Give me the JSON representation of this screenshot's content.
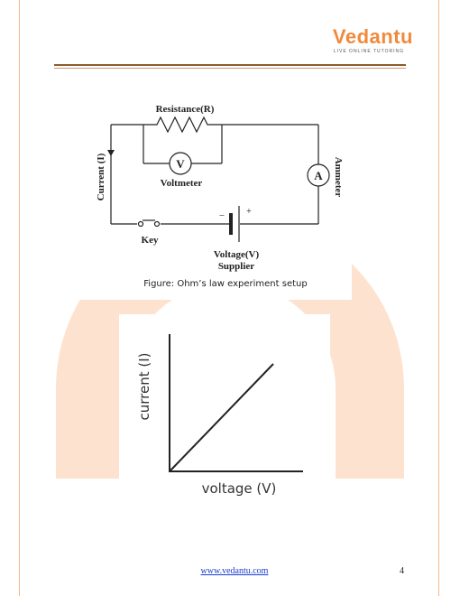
{
  "logo": {
    "name": "Vedantu",
    "tagline": "LIVE ONLINE TUTORING"
  },
  "circuit": {
    "resistance_label": "Resistance(R)",
    "voltmeter_symbol": "V",
    "voltmeter_label": "Voltmeter",
    "ammeter_symbol": "A",
    "ammeter_label": "Ammeter",
    "current_label": "Current (I)",
    "key_label": "Key",
    "supply_label_line1": "Voltage(V)",
    "supply_label_line2": "Supplier",
    "battery_negative": "−",
    "battery_positive": "+"
  },
  "figure_caption": "Figure: Ohm’s law experiment setup",
  "graph": {
    "xlabel": "voltage (V)",
    "ylabel": "current (I)"
  },
  "footer": {
    "link_text": "www.vedantu.com",
    "page_number": "4"
  },
  "colors": {
    "accent": "#f08a3c",
    "watermark": "#fde3cf",
    "border": "#f1b88e"
  }
}
